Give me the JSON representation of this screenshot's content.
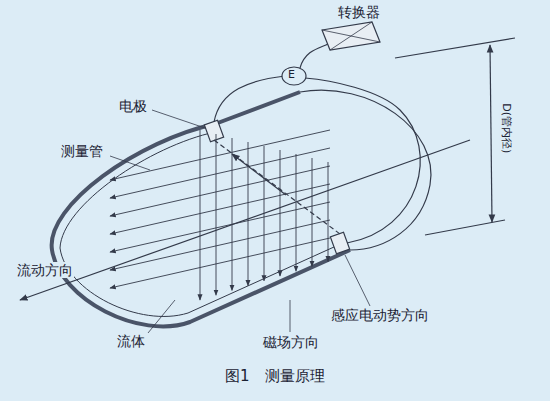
{
  "diagram": {
    "caption": "图1　测量原理",
    "labels": [
      "转换器",
      "E",
      "D(管内径)",
      "电极",
      "测量管",
      "流动方向",
      "流体",
      "磁场方向",
      "感应电动势方向"
    ]
  }
}
